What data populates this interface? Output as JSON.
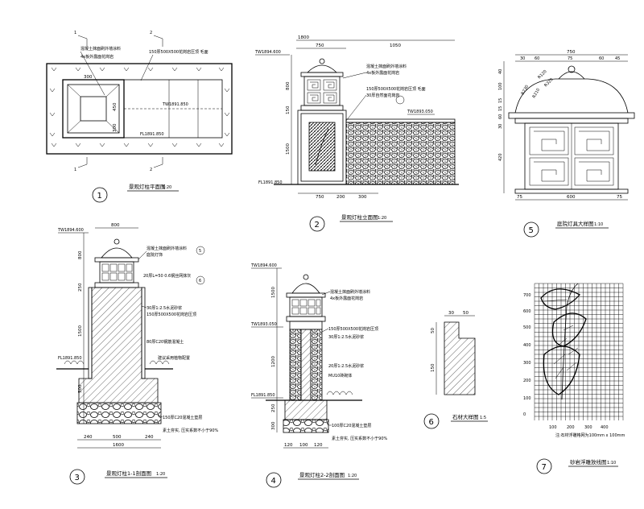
{
  "drawing": {
    "plan": {
      "callout_1": "1",
      "callout_2": "2",
      "dims": [
        "300",
        "450",
        "300"
      ],
      "labels": [
        "混凝土抹面刷外墙涂料",
        "150厚500X500花岗岩压顶 毛面",
        "4x板外露面花岗岩",
        "TW1891.850",
        "FL1891.850"
      ],
      "caption": "景观灯柱平面图",
      "scale": "1:20",
      "index": "1"
    },
    "elevation": {
      "top_dims": [
        "1800",
        "750",
        "1050"
      ],
      "levels": [
        "TW1894.600",
        "TW1893.050",
        "FL1891.850"
      ],
      "side_dims": [
        "800",
        "150",
        "1500"
      ],
      "bottom_dims": [
        "750",
        "200",
        "300"
      ],
      "labels": [
        "混凝土抹面刷外墙涂料",
        "4x板外露面花岗岩",
        "150厚500X500花岗岩压顶 毛面",
        "30厚自然面花岗岩"
      ],
      "caption": "景观灯柱立面图",
      "scale": "1:20",
      "index": "2"
    },
    "lamp_detail": {
      "top_dim": "750",
      "top_subdims": [
        "30",
        "60",
        "75",
        "60",
        "45"
      ],
      "radii": [
        "R120",
        "R230",
        "R320",
        "R210"
      ],
      "bottom_dims": [
        "75",
        "600",
        "75"
      ],
      "side_dims": [
        "40",
        "100",
        "15",
        "15",
        "60",
        "30",
        "420"
      ],
      "caption": "庭院灯具大样图",
      "scale": "1:10",
      "index": "5"
    },
    "section_1": {
      "levels": [
        "TW1894.600",
        "FL1891.850"
      ],
      "side_dims": [
        "800",
        "250",
        "1500",
        "500"
      ],
      "top_dim": "800",
      "bottom_dims": [
        "240",
        "500",
        "240",
        "1600"
      ],
      "callout_5": "5",
      "callout_6": "6",
      "labels": [
        "混凝土抹面刷外墙涂料",
        "庭院灯饰",
        "20厚L=50 0.6钢丝网抹灰",
        "30厚1:2.5水泥砂浆",
        "150厚500X500花岗岩压顶",
        "80厚C20钢筋混凝土",
        "建议采用植物配置",
        "150厚C20混凝土垫层",
        "素土夯实, 压实系数不小于90%"
      ],
      "caption": "景观灯柱1-1剖面图",
      "scale": "1:20",
      "index": "3"
    },
    "section_2": {
      "levels": [
        "TW1894.600",
        "TW1893.050",
        "FL1891.850"
      ],
      "side_dims": [
        "1500",
        "1200",
        "250",
        "300"
      ],
      "bottom_dims": [
        "120",
        "100",
        "120"
      ],
      "labels": [
        "混凝土抹面刷外墙涂料",
        "4x板外露面花岗岩",
        "150厚500X500花岗岩压顶",
        "30厚1:2.5水泥砂浆",
        "20厚1:2.5水泥砂浆",
        "MU10砖砌体",
        "100厚C20混凝土垫层",
        "素土夯实, 压实系数不小于90%"
      ],
      "caption": "景观灯柱2-2剖面图",
      "scale": "1:20",
      "index": "4"
    },
    "stone_detail": {
      "dims": [
        "50",
        "150",
        "30",
        "50"
      ],
      "caption": "石材大样图",
      "scale": "1:5",
      "index": "6"
    },
    "carving": {
      "y_ticks": [
        "700",
        "600",
        "500",
        "400",
        "300",
        "200",
        "100",
        "0"
      ],
      "x_ticks": [
        "100",
        "200",
        "300",
        "400"
      ],
      "note": "注:石材浮雕格网为100mm x 100mm",
      "caption": "砂岩浮雕放线图",
      "scale": "1:10",
      "index": "7"
    }
  }
}
